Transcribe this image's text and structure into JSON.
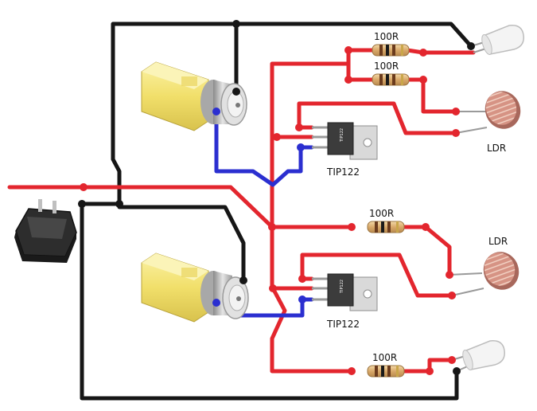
{
  "labels": {
    "r_top1": "100R",
    "r_top2": "100R",
    "r_mid": "100R",
    "r_bot": "100R",
    "ldr_top": "LDR",
    "ldr_bot": "LDR",
    "tip_top": "TIP122",
    "tip_bot": "TIP122",
    "chip_top": "TIP122",
    "chip_bot": "TIP122"
  },
  "colors": {
    "positive_wire": "#e3262e",
    "ground_wire": "#161616",
    "motor_wire": "#2b2fd0",
    "motor_body": "#f3e27a",
    "ldr_body": "#c9857a",
    "transistor_body": "#3c3c3c"
  }
}
